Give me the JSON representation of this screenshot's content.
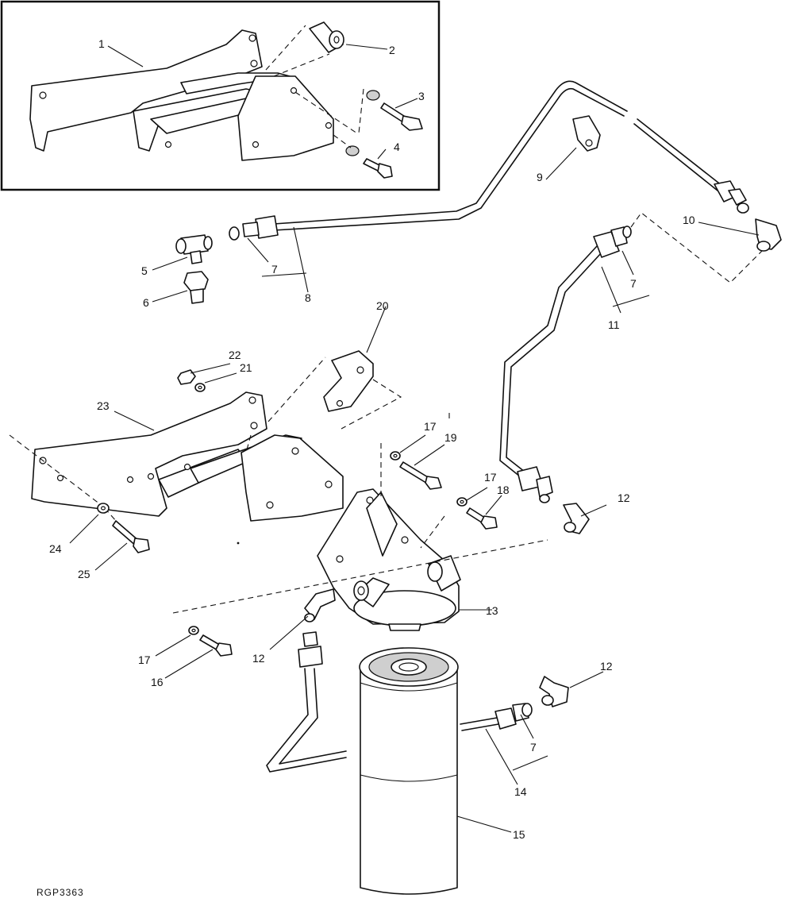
{
  "figure_id": "RGP3363",
  "callouts": {
    "c1": "1",
    "c2": "2",
    "c3": "3",
    "c4": "4",
    "c5": "5",
    "c6": "6",
    "c7a": "7",
    "c7b": "7",
    "c7c": "7",
    "c8": "8",
    "c9": "9",
    "c10": "10",
    "c11": "11",
    "c12a": "12",
    "c12b": "12",
    "c12c": "12",
    "c13": "13",
    "c14": "14",
    "c15": "15",
    "c16": "16",
    "c17a": "17",
    "c17b": "17",
    "c17c": "17",
    "c18": "18",
    "c19": "19",
    "c20": "20",
    "c21": "21",
    "c22": "22",
    "c23": "23",
    "c24": "24",
    "c25": "25"
  }
}
